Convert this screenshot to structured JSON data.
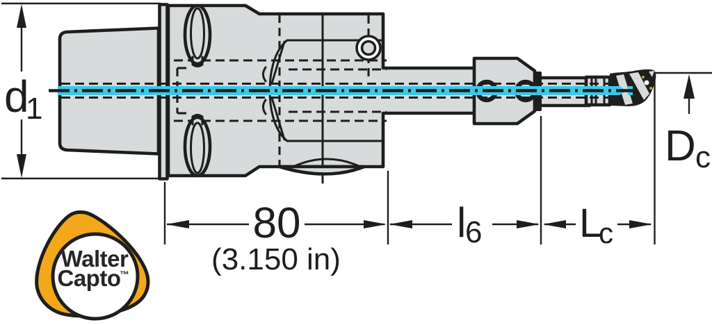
{
  "drawing": {
    "title": "Walter Capto adapter with boring tool - dimensioned technical drawing",
    "colors": {
      "line": "#1e1e1c",
      "fill": "#d7dbdc",
      "coolant": "#3cc8e8",
      "logo": "#f3a81b",
      "logo_text": "#262624",
      "gold": "#c9a128"
    },
    "labels": {
      "d1": {
        "base": "d",
        "sub": "1"
      },
      "dc": {
        "base": "D",
        "sub": "c"
      },
      "l6": {
        "base": "l",
        "sub": "6"
      },
      "lc": {
        "base": "L",
        "sub": "c"
      },
      "width": {
        "value": "80",
        "inches": "(3.150 in)"
      }
    },
    "logo": {
      "line1": "Walter",
      "line2": "Capto",
      "tm": "™"
    }
  }
}
